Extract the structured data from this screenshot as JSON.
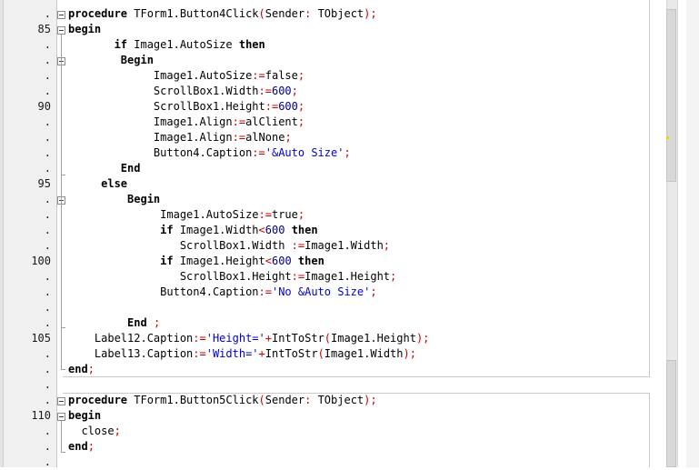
{
  "editor": {
    "gutter": {
      "line_numbers": [
        ".",
        "85",
        ".",
        ".",
        ".",
        ".",
        "90",
        ".",
        ".",
        ".",
        ".",
        "95",
        ".",
        ".",
        ".",
        ".",
        "100",
        ".",
        ".",
        ".",
        ".",
        "105",
        ".",
        ".",
        ".",
        ".",
        "110",
        ".",
        ".",
        "."
      ]
    },
    "code_lines": [
      [
        {
          "t": "procedure",
          "c": "kw"
        },
        {
          "t": " TForm1.Button4Click"
        },
        {
          "t": "(",
          "c": "sym"
        },
        {
          "t": "Sender"
        },
        {
          "t": ":",
          "c": "sym"
        },
        {
          "t": " TObject"
        },
        {
          "t": ");",
          "c": "sym"
        }
      ],
      [
        {
          "t": "begin",
          "c": "kw"
        }
      ],
      [
        {
          "t": "       "
        },
        {
          "t": "if",
          "c": "kw"
        },
        {
          "t": " Image1.AutoSize "
        },
        {
          "t": "then",
          "c": "kw"
        }
      ],
      [
        {
          "t": "        "
        },
        {
          "t": "Begin",
          "c": "kw"
        }
      ],
      [
        {
          "t": "             Image1.AutoSize"
        },
        {
          "t": ":=",
          "c": "sym"
        },
        {
          "t": "false"
        },
        {
          "t": ";",
          "c": "sym"
        }
      ],
      [
        {
          "t": "             ScrollBox1.Width"
        },
        {
          "t": ":=",
          "c": "sym"
        },
        {
          "t": "600",
          "c": "num"
        },
        {
          "t": ";",
          "c": "sym"
        }
      ],
      [
        {
          "t": "             ScrollBox1.Height"
        },
        {
          "t": ":=",
          "c": "sym"
        },
        {
          "t": "600",
          "c": "num"
        },
        {
          "t": ";",
          "c": "sym"
        }
      ],
      [
        {
          "t": "             Image1.Align"
        },
        {
          "t": ":=",
          "c": "sym"
        },
        {
          "t": "alClient"
        },
        {
          "t": ";",
          "c": "sym"
        }
      ],
      [
        {
          "t": "             Image1.Align"
        },
        {
          "t": ":=",
          "c": "sym"
        },
        {
          "t": "alNone"
        },
        {
          "t": ";",
          "c": "sym"
        }
      ],
      [
        {
          "t": "             Button4.Caption"
        },
        {
          "t": ":=",
          "c": "sym"
        },
        {
          "t": "'&Auto Size'",
          "c": "str"
        },
        {
          "t": ";",
          "c": "sym"
        }
      ],
      [
        {
          "t": "        "
        },
        {
          "t": "End",
          "c": "kw"
        }
      ],
      [
        {
          "t": "     "
        },
        {
          "t": "else",
          "c": "kw"
        }
      ],
      [
        {
          "t": "         "
        },
        {
          "t": "Begin",
          "c": "kw"
        }
      ],
      [
        {
          "t": "              Image1.AutoSize"
        },
        {
          "t": ":=",
          "c": "sym"
        },
        {
          "t": "true"
        },
        {
          "t": ";",
          "c": "sym"
        }
      ],
      [
        {
          "t": "              "
        },
        {
          "t": "if",
          "c": "kw"
        },
        {
          "t": " Image1.Width"
        },
        {
          "t": "<",
          "c": "sym"
        },
        {
          "t": "600",
          "c": "num"
        },
        {
          "t": " "
        },
        {
          "t": "then",
          "c": "kw"
        }
      ],
      [
        {
          "t": "                 ScrollBox1.Width "
        },
        {
          "t": ":=",
          "c": "sym"
        },
        {
          "t": "Image1.Width"
        },
        {
          "t": ";",
          "c": "sym"
        }
      ],
      [
        {
          "t": "              "
        },
        {
          "t": "if",
          "c": "kw"
        },
        {
          "t": " Image1.Height"
        },
        {
          "t": "<",
          "c": "sym"
        },
        {
          "t": "600",
          "c": "num"
        },
        {
          "t": " "
        },
        {
          "t": "then",
          "c": "kw"
        }
      ],
      [
        {
          "t": "                 ScrollBox1.Height"
        },
        {
          "t": ":=",
          "c": "sym"
        },
        {
          "t": "Image1.Height"
        },
        {
          "t": ";",
          "c": "sym"
        }
      ],
      [
        {
          "t": "              Button4.Caption"
        },
        {
          "t": ":=",
          "c": "sym"
        },
        {
          "t": "'No &Auto Size'",
          "c": "str"
        },
        {
          "t": ";",
          "c": "sym"
        }
      ],
      [],
      [
        {
          "t": "         "
        },
        {
          "t": "End",
          "c": "kw"
        },
        {
          "t": " "
        },
        {
          "t": ";",
          "c": "sym"
        }
      ],
      [
        {
          "t": "    Label12.Caption"
        },
        {
          "t": ":=",
          "c": "sym"
        },
        {
          "t": "'Height='",
          "c": "str"
        },
        {
          "t": "+",
          "c": "sym"
        },
        {
          "t": "IntToStr"
        },
        {
          "t": "(",
          "c": "sym"
        },
        {
          "t": "Image1.Height"
        },
        {
          "t": ");",
          "c": "sym"
        }
      ],
      [
        {
          "t": "    Label13.Caption"
        },
        {
          "t": ":=",
          "c": "sym"
        },
        {
          "t": "'Width='",
          "c": "str"
        },
        {
          "t": "+",
          "c": "sym"
        },
        {
          "t": "IntToStr"
        },
        {
          "t": "(",
          "c": "sym"
        },
        {
          "t": "Image1.Width"
        },
        {
          "t": ");",
          "c": "sym"
        }
      ],
      [
        {
          "t": "end",
          "c": "kw"
        },
        {
          "t": ";",
          "c": "sym"
        }
      ],
      [],
      [
        {
          "t": "procedure",
          "c": "kw"
        },
        {
          "t": " TForm1.Button5Click"
        },
        {
          "t": "(",
          "c": "sym"
        },
        {
          "t": "Sender"
        },
        {
          "t": ":",
          "c": "sym"
        },
        {
          "t": " TObject"
        },
        {
          "t": ");",
          "c": "sym"
        }
      ],
      [
        {
          "t": "begin",
          "c": "kw"
        }
      ],
      [
        {
          "t": "  close"
        },
        {
          "t": ";",
          "c": "sym"
        }
      ],
      [
        {
          "t": "end",
          "c": "kw"
        },
        {
          "t": ";",
          "c": "sym"
        }
      ],
      []
    ]
  },
  "colors": {
    "keyword": "#000000",
    "symbol": "#cc0000",
    "number": "#000080",
    "string": "#0000cc",
    "gutter_bg": "#f0f0f0"
  }
}
